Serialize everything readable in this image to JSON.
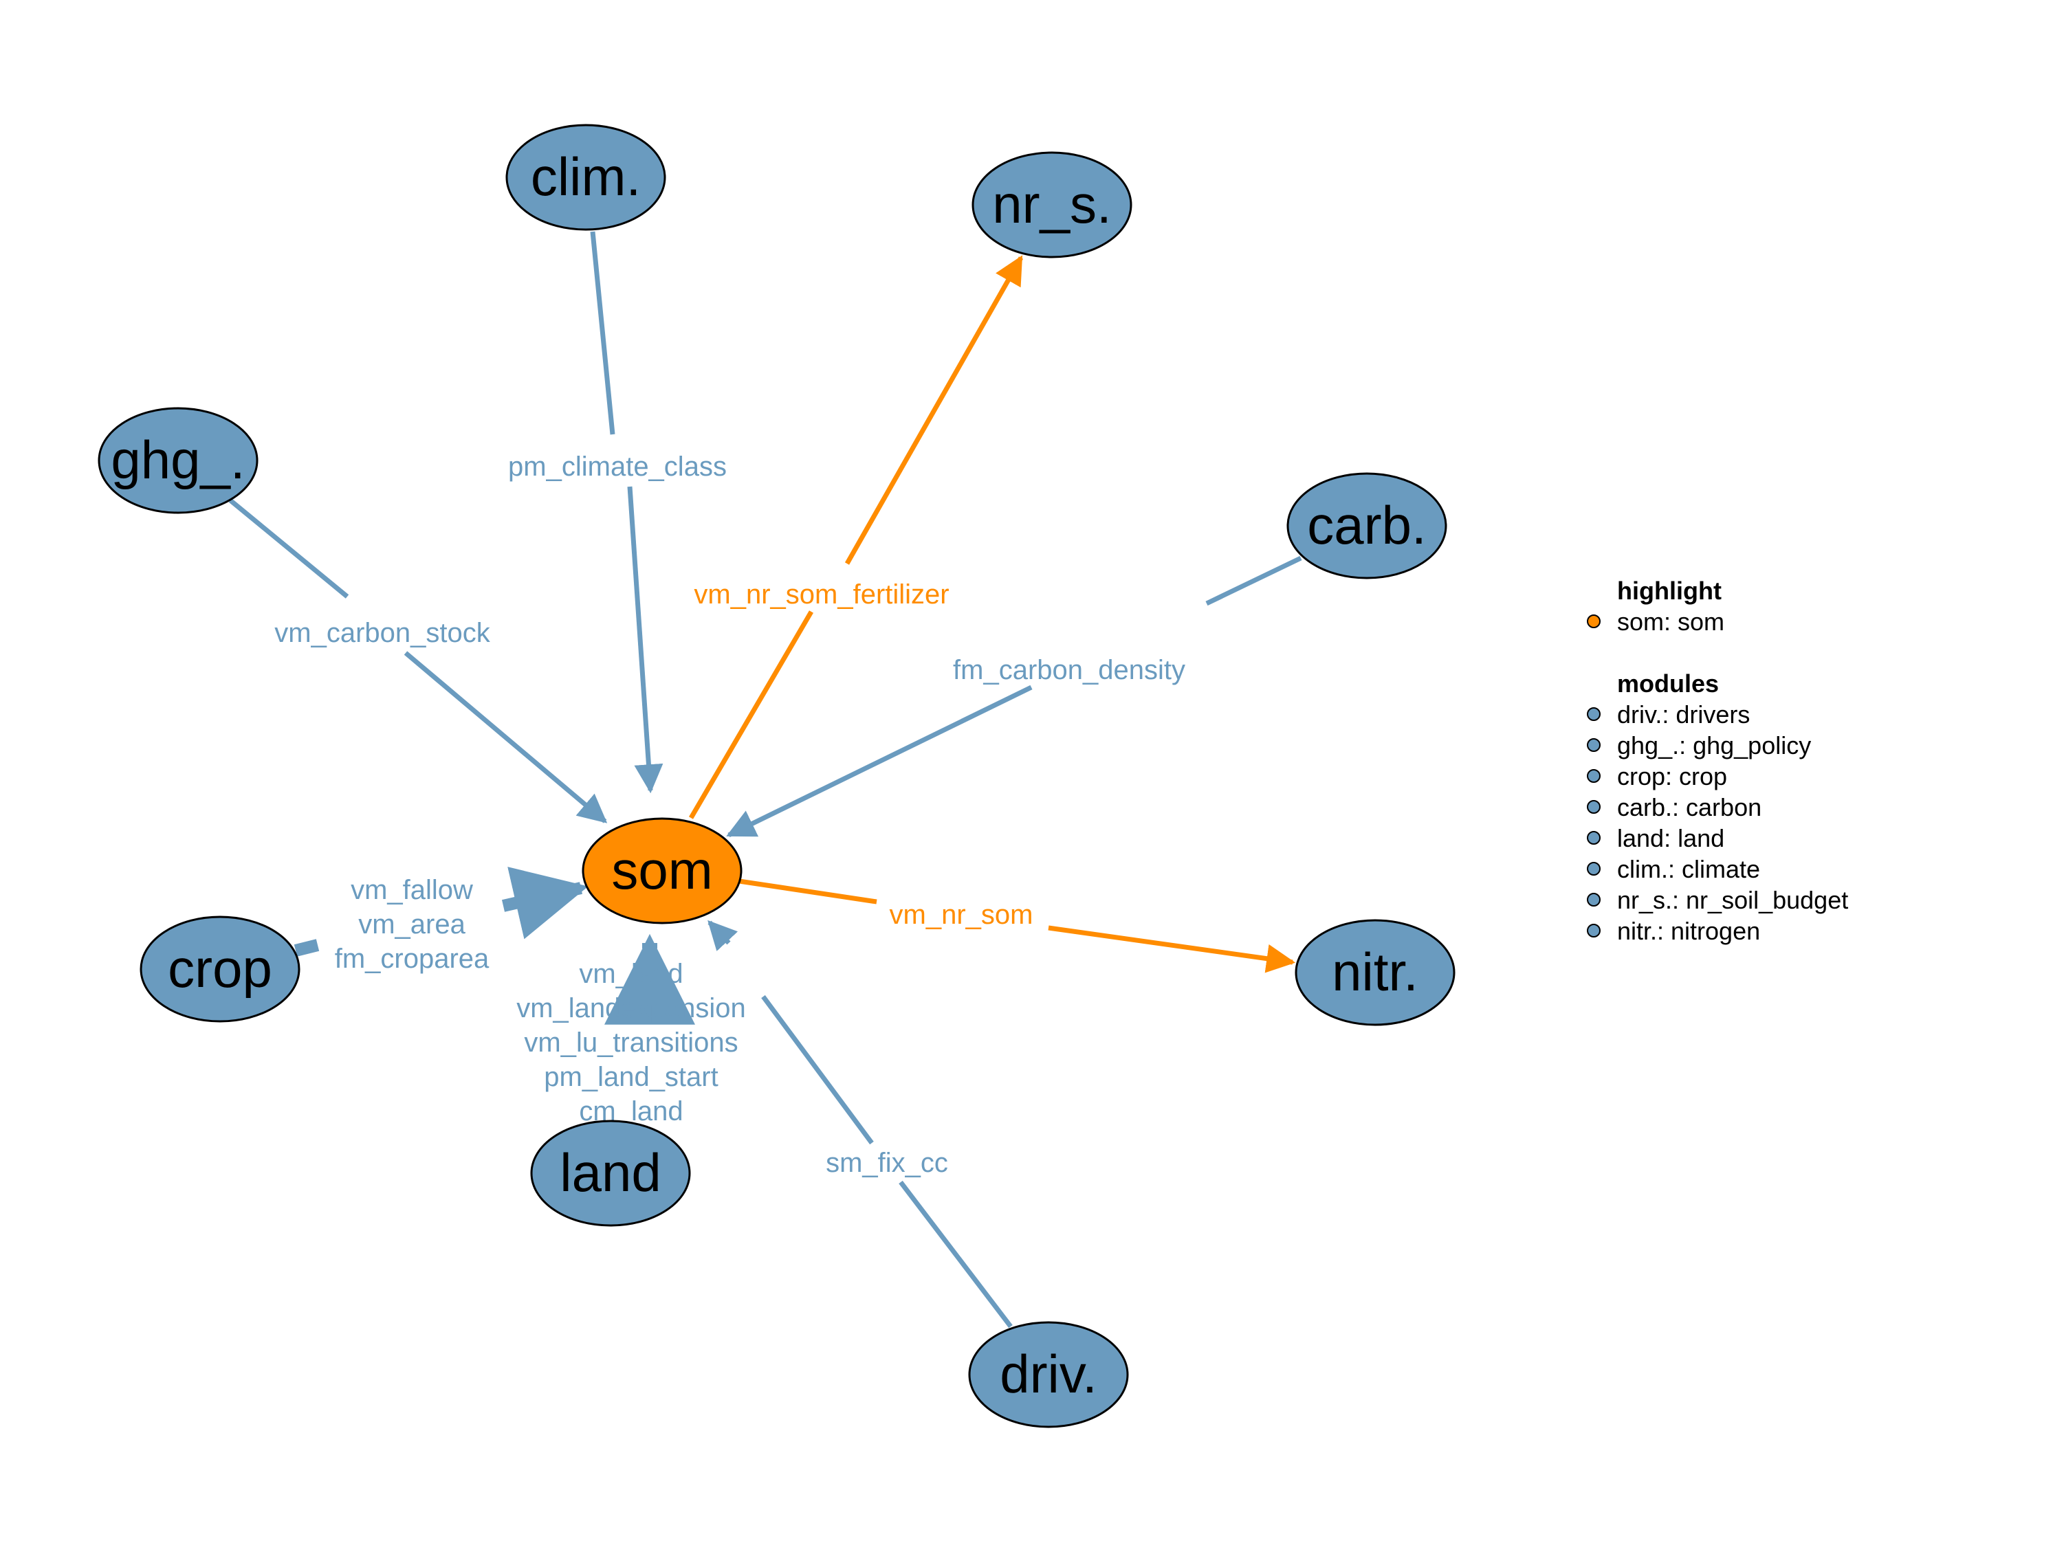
{
  "colors": {
    "module": "#6a9bbf",
    "highlight": "#ff8c00",
    "outline": "#000000",
    "background": "#ffffff"
  },
  "nodes": [
    {
      "id": "som",
      "label": "som",
      "highlight": true
    },
    {
      "id": "clim",
      "label": "clim."
    },
    {
      "id": "nr_s",
      "label": "nr_s."
    },
    {
      "id": "ghg",
      "label": "ghg_."
    },
    {
      "id": "carb",
      "label": "carb."
    },
    {
      "id": "crop",
      "label": "crop"
    },
    {
      "id": "nitr",
      "label": "nitr."
    },
    {
      "id": "land",
      "label": "land"
    },
    {
      "id": "driv",
      "label": "driv."
    }
  ],
  "edges": [
    {
      "from": "clim",
      "to": "som",
      "labels": [
        "pm_climate_class"
      ]
    },
    {
      "from": "som",
      "to": "nr_s",
      "labels": [
        "vm_nr_som_fertilizer"
      ],
      "highlight": true
    },
    {
      "from": "ghg",
      "to": "som",
      "labels": [
        "vm_carbon_stock"
      ]
    },
    {
      "from": "carb",
      "to": "som",
      "labels": [
        "fm_carbon_density"
      ]
    },
    {
      "from": "crop",
      "to": "som",
      "labels": [
        "vm_fallow",
        "vm_area",
        "fm_croparea"
      ]
    },
    {
      "from": "som",
      "to": "nitr",
      "labels": [
        "vm_nr_som"
      ],
      "highlight": true
    },
    {
      "from": "land",
      "to": "som",
      "labels": [
        "vm_land",
        "vm_landexpansion",
        "vm_lu_transitions",
        "pm_land_start",
        "cm_land"
      ]
    },
    {
      "from": "driv",
      "to": "som",
      "labels": [
        "sm_fix_cc"
      ]
    }
  ],
  "legend": {
    "highlight_title": "highlight",
    "highlight_items": [
      "som: som"
    ],
    "modules_title": "modules",
    "modules_items": [
      "driv.: drivers",
      "ghg_.: ghg_policy",
      "crop: crop",
      "carb.: carbon",
      "land: land",
      "clim.: climate",
      "nr_s.: nr_soil_budget",
      "nitr.: nitrogen"
    ]
  }
}
